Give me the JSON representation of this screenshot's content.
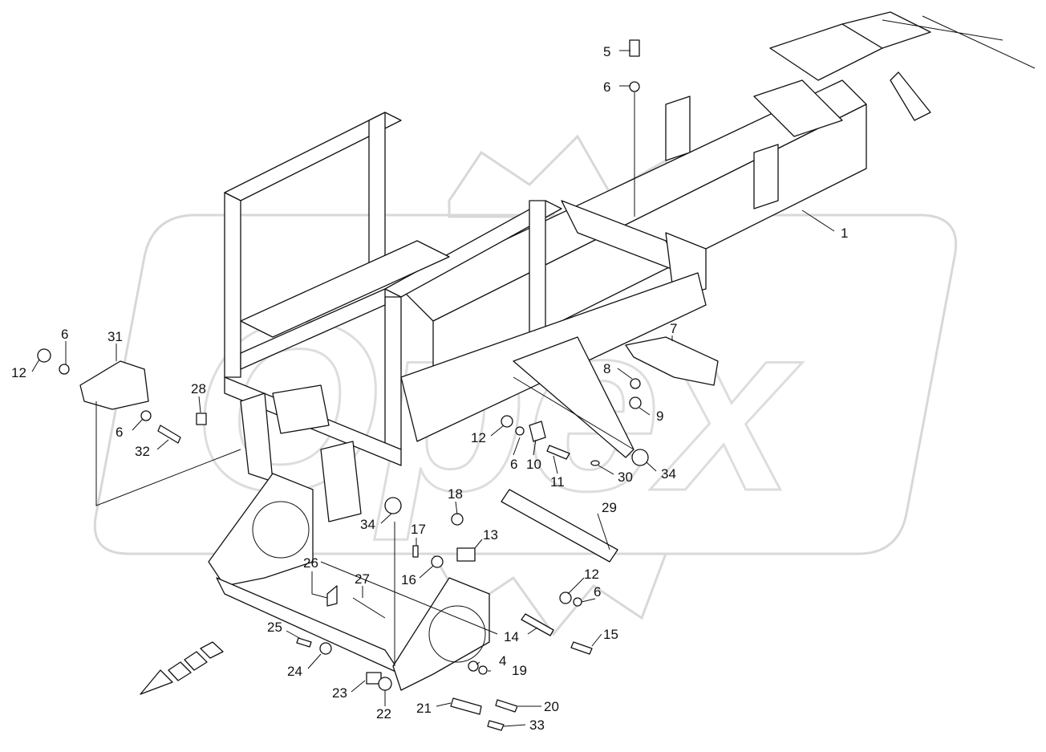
{
  "callouts": [
    {
      "id": "c1",
      "text": "1"
    },
    {
      "id": "c5",
      "text": "5"
    },
    {
      "id": "c6a",
      "text": "6"
    },
    {
      "id": "c7",
      "text": "7"
    },
    {
      "id": "c8",
      "text": "8"
    },
    {
      "id": "c9",
      "text": "9"
    },
    {
      "id": "c6b",
      "text": "6"
    },
    {
      "id": "c12a",
      "text": "12"
    },
    {
      "id": "c31",
      "text": "31"
    },
    {
      "id": "c6c",
      "text": "6"
    },
    {
      "id": "c32",
      "text": "32"
    },
    {
      "id": "c28",
      "text": "28"
    },
    {
      "id": "c12b",
      "text": "12"
    },
    {
      "id": "c6d",
      "text": "6"
    },
    {
      "id": "c10",
      "text": "10"
    },
    {
      "id": "c11",
      "text": "11"
    },
    {
      "id": "c30",
      "text": "30"
    },
    {
      "id": "c34a",
      "text": "34"
    },
    {
      "id": "c18",
      "text": "18"
    },
    {
      "id": "c34b",
      "text": "34"
    },
    {
      "id": "c29",
      "text": "29"
    },
    {
      "id": "c17",
      "text": "17"
    },
    {
      "id": "c13",
      "text": "13"
    },
    {
      "id": "c16",
      "text": "16"
    },
    {
      "id": "c26",
      "text": "26"
    },
    {
      "id": "c27",
      "text": "27"
    },
    {
      "id": "c12c",
      "text": "12"
    },
    {
      "id": "c6e",
      "text": "6"
    },
    {
      "id": "c14",
      "text": "14"
    },
    {
      "id": "c15",
      "text": "15"
    },
    {
      "id": "c25",
      "text": "25"
    },
    {
      "id": "c24",
      "text": "24"
    },
    {
      "id": "c4",
      "text": "4"
    },
    {
      "id": "c19",
      "text": "19"
    },
    {
      "id": "c23",
      "text": "23"
    },
    {
      "id": "c22",
      "text": "22"
    },
    {
      "id": "c21",
      "text": "21"
    },
    {
      "id": "c20",
      "text": "20"
    },
    {
      "id": "c33",
      "text": "33"
    }
  ],
  "watermark": {
    "text": "Opex",
    "color": "#dddddd"
  },
  "colors": {
    "line": "#111111",
    "background": "#ffffff"
  }
}
